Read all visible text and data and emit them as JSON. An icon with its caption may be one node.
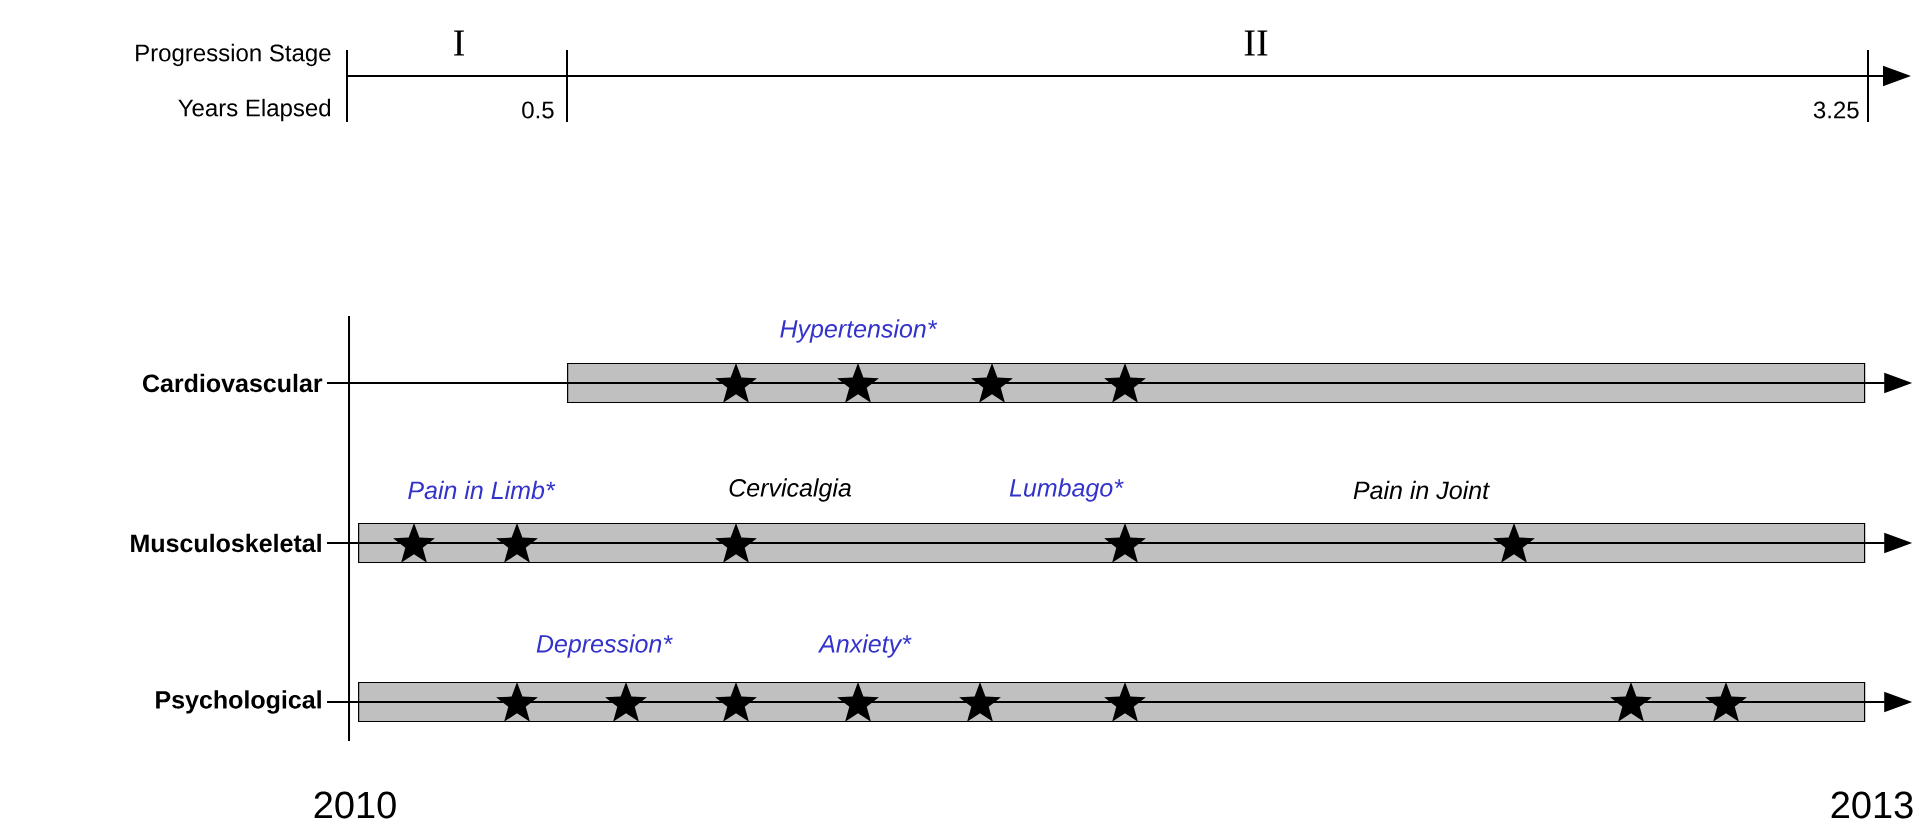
{
  "diagram": {
    "nodes": [
      {
        "text": [
          "Cardiovascular"
        ]
      },
      {
        "text": [],
        "shape": "bar"
      },
      {
        "text": [
          "Musculoskeletal"
        ]
      },
      {
        "text": [],
        "shape": "bar"
      },
      {
        "text": [
          "Psychological"
        ]
      },
      {
        "text": [],
        "shape": "bar"
      }
    ],
    "edges": [
      {
        "from": 0,
        "to": 1,
        "arrow": "to"
      },
      {
        "from": 2,
        "to": 3,
        "arrow": "to"
      },
      {
        "from": 4,
        "to": 5,
        "arrow": "to"
      }
    ],
    "labels": [
      "Progression Stage",
      "I",
      "II",
      "Years Elapsed",
      "0.5",
      "3.25",
      "Hypertension*",
      "Pain in Limb*",
      "Cervicalgia",
      "Lumbago*",
      "Pain in Joint",
      "Depression*",
      "Anxiety*",
      "2010",
      "2013"
    ]
  }
}
